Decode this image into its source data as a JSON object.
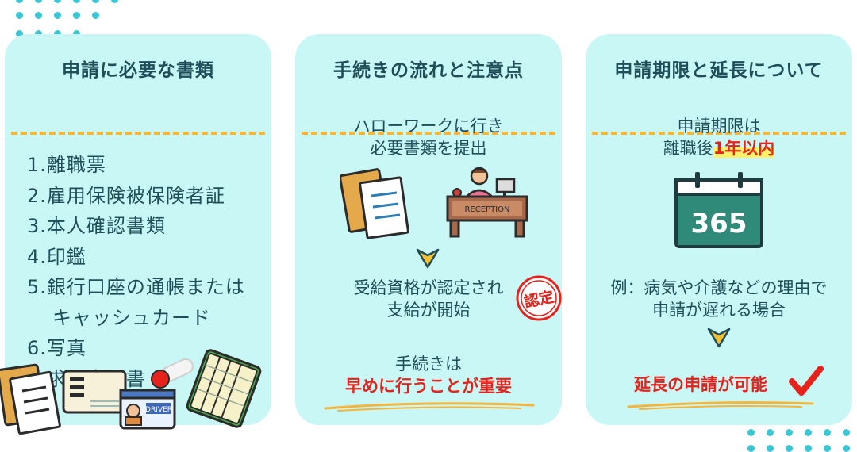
{
  "cards": [
    {
      "title": "申請に必要な書類",
      "items": [
        "1.離職票",
        "2.雇用保険被保険者証",
        "3.本人確認書類",
        "4.印鑑",
        "5.銀行口座の通帳または",
        "キャッシュカード",
        "6.写真",
        "7.求職申込書"
      ]
    },
    {
      "title": "手続きの流れと注意点",
      "step1_line1": "ハローワークに行き",
      "step1_line2": "必要書類を提出",
      "reception_sign": "RECEPTION",
      "step2_line1": "受給資格が認定され",
      "step2_line2": "支給が開始",
      "stamp_text": "認定",
      "note_line1": "手続きは",
      "note_line2": "早めに行うことが重要"
    },
    {
      "title": "申請期限と延長について",
      "deadline_line1": "申請期限は",
      "deadline_prefix": "離職後",
      "deadline_highlight": "1年以内",
      "calendar_number": "365",
      "example_line1": "例：病気や介護などの理由で",
      "example_line2": "申請が遅れる場合",
      "extension_text": "延長の申請が可能"
    }
  ],
  "license_card_text": "DRIVER",
  "colors": {
    "card_bg": "#c9f7f5",
    "text": "#1f4e5a",
    "accent_red": "#e5231c",
    "dash_orange": "#f3b53c",
    "highlight_yellow": "#fff26a",
    "calendar_green": "#2f8a7a",
    "dot_cyan": "#3cc6d3"
  },
  "icons": {
    "documents": "documents-illustration",
    "reception": "reception-desk-illustration",
    "stamp": "approval-stamp-icon",
    "calendar": "calendar-365-icon",
    "check": "check-mark-icon",
    "arrow": "arrow-down-icon"
  }
}
